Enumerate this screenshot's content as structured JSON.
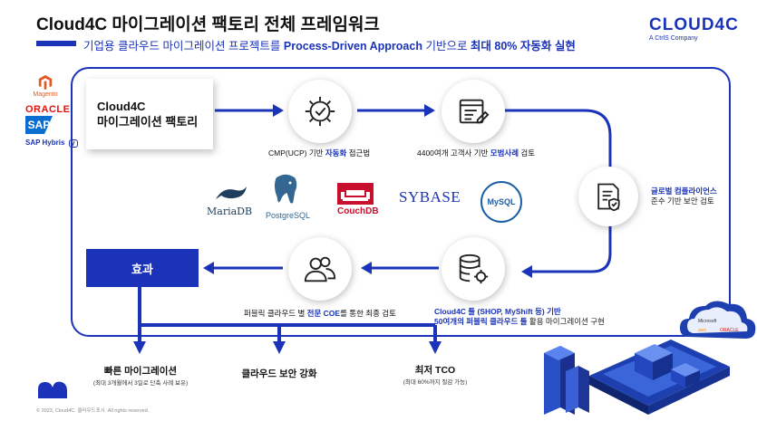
{
  "header": {
    "title": "Cloud4C 마이그레이션 팩토리 전체 프레임워크",
    "subtitle_prefix": "기업용 클라우드 마이그레이션 프로젝트를 ",
    "subtitle_bold1": "Process-Driven Approach",
    "subtitle_mid": " 기반으로 ",
    "subtitle_bold2": "최대 80% 자동화 실현"
  },
  "brand": {
    "name": "CLOUD4C",
    "tagline": "A CtrlS Company"
  },
  "source_logos": {
    "magento": "Magento",
    "oracle": "ORACLE",
    "sap": "SAP",
    "sap_hybris": "SAP Hybris"
  },
  "start_box": {
    "line1": "Cloud4C",
    "line2": "마이그레이션 팩토리"
  },
  "steps": {
    "cmp": {
      "prefix": "CMP(UCP) 기반 ",
      "highlight": "자동화",
      "suffix": " 접근법",
      "icon": "gear-check-icon"
    },
    "cases": {
      "prefix": "4400여개 고객사 기반 ",
      "highlight": "모범사례",
      "suffix": " 검토",
      "icon": "checklist-pen-icon"
    },
    "compliance": {
      "line1": "글로벌 컴플라이언스",
      "line2": "준수 기반 보안 검토",
      "icon": "compliance-shield-icon"
    },
    "tools": {
      "line1": "Cloud4C 툴 (SHOP, MyShift 등) 기반",
      "line2_bold": "50여개의 퍼블릭 클라우드 툴",
      "line2_rest": " 활용 마이그레이션 구현",
      "icon": "database-gear-icon"
    },
    "experts": {
      "prefix": "퍼블릭 클라우드 별 ",
      "highlight": "전문 COE",
      "suffix": "를 통한 최종 검토",
      "icon": "people-icon"
    }
  },
  "databases": {
    "mariadb": "MariaDB",
    "postgres": "PostgreSQL",
    "couchdb": "CouchDB",
    "sybase": "SYBASE",
    "mysql": "MySQL"
  },
  "effect": {
    "label": "효과"
  },
  "results": [
    {
      "title": "빠른 마이그레이션",
      "sub": "(최대 3개월에서 3일로 단축 사례 보유)"
    },
    {
      "title": "클라우드 보안 강화",
      "sub": ""
    },
    {
      "title": "최저 TCO",
      "sub": "(최대 60%까지 절감 가능)"
    }
  ],
  "illustration": {
    "cloud_labels": [
      "Microsoft",
      "aws",
      "ORACLE"
    ]
  },
  "footer": {
    "copyright": "© 2023, Cloud4C. 클라우드포시. All rights reserved."
  },
  "colors": {
    "primary": "#1a33b8",
    "text": "#111111"
  }
}
